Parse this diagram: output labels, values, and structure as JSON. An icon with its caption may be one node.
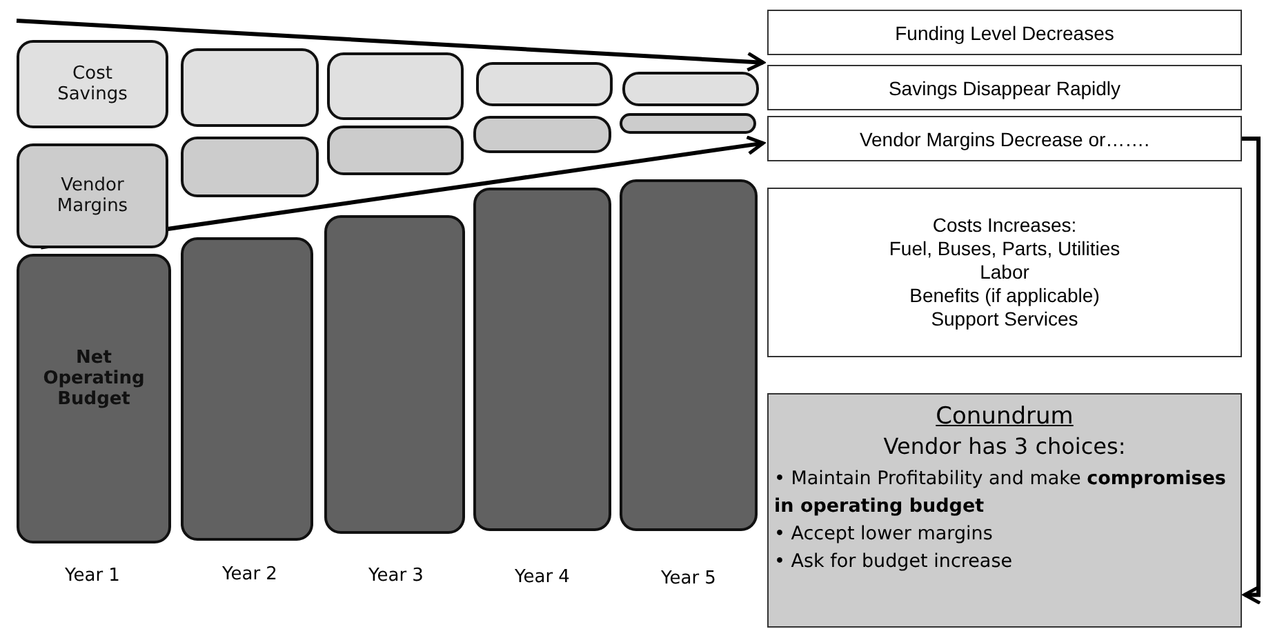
{
  "diagram": {
    "nodes": [
      {
        "text": [
          "Cost Savings"
        ]
      },
      {
        "text": [
          "Vendor Margins"
        ]
      },
      {
        "text": [
          "Net Operating Budget"
        ]
      },
      {
        "text": [],
        "shape": "box"
      },
      {
        "text": [],
        "shape": "box"
      },
      {
        "text": [],
        "shape": "box"
      },
      {
        "text": [],
        "shape": "box"
      },
      {
        "text": [],
        "shape": "box"
      },
      {
        "text": [],
        "shape": "box"
      },
      {
        "text": [],
        "shape": "box"
      },
      {
        "text": [],
        "shape": "box"
      },
      {
        "text": [],
        "shape": "box"
      },
      {
        "text": [],
        "shape": "box"
      },
      {
        "text": [],
        "shape": "box"
      },
      {
        "text": [],
        "shape": "box"
      },
      {
        "text": [
          "Funding Level Decreases"
        ]
      },
      {
        "text": [
          "Savings Disappear Rapidly"
        ]
      },
      {
        "text": [
          "Vendor Margins Decrease or……."
        ]
      },
      {
        "text": [
          "Costs Increases:",
          "Fuel, Buses, Parts, Utilities",
          "Labor",
          "Benefits (if applicable)",
          "Support Services"
        ]
      },
      {
        "text": [
          "Conundrum",
          "Vendor has 3 choices:",
          "• Maintain Profitability and make **compromises in operating budget**",
          "•  Accept lower margins",
          "•  Ask for budget increase"
        ]
      }
    ],
    "edges": [
      {
        "from": null,
        "to": 16,
        "arrow": "to"
      },
      {
        "from": 1,
        "to": 17,
        "arrow": "to"
      },
      {
        "from": 17,
        "to": 19,
        "arrow": "to"
      }
    ],
    "labels": [
      "Year 1",
      "Year 2",
      "Year 3",
      "Year 4",
      "Year 5"
    ]
  }
}
